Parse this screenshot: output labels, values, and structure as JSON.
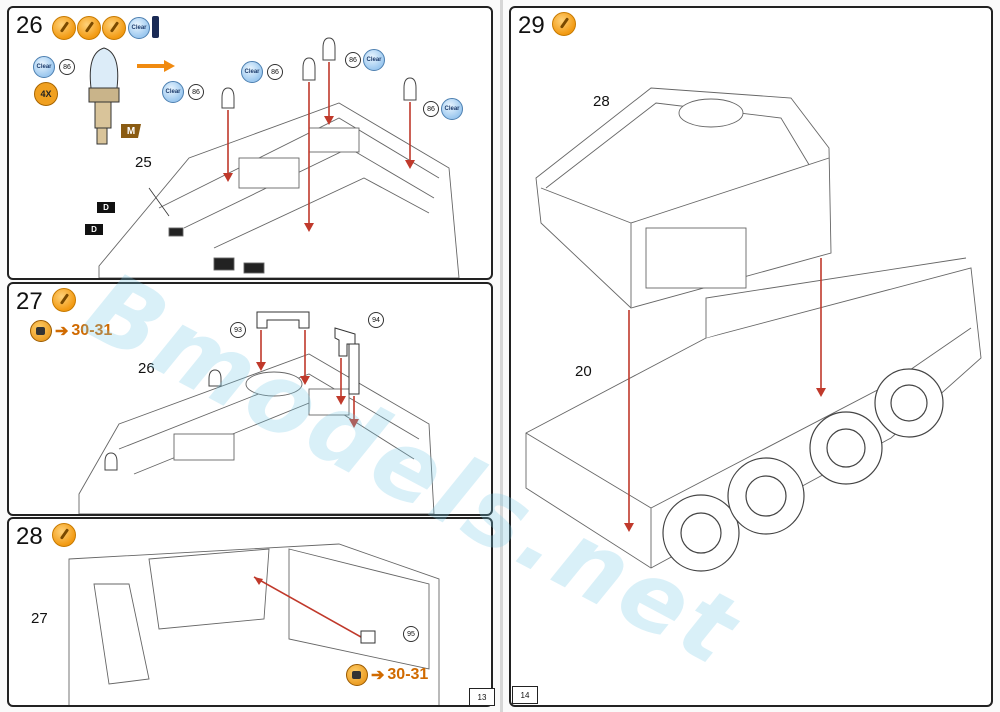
{
  "left_page": {
    "number": "13",
    "steps": [
      {
        "number": "26",
        "part_numbers": [
          "86",
          "86",
          "86",
          "86"
        ],
        "clear_label": "Clear",
        "quantity": "4X",
        "paint_code": "M",
        "decal": "D",
        "assembly_part": "25"
      },
      {
        "number": "27",
        "ref_pages": "30-31",
        "part_numbers": [
          "93",
          "94"
        ],
        "assembly_part": "26"
      },
      {
        "number": "28",
        "ref_pages": "30-31",
        "part_numbers": [
          "95"
        ],
        "assembly_part": "27"
      }
    ]
  },
  "right_page": {
    "number": "14",
    "steps": [
      {
        "number": "29",
        "assembly_parts": [
          "28",
          "20"
        ]
      }
    ]
  },
  "watermark": "Bmodels.net",
  "colors": {
    "arrow_red": "#c0392b",
    "accent_orange": "#f29a12",
    "clear_blue": "#9cc8ef"
  },
  "icons": [
    "glue-icon",
    "clear-paint-icon",
    "subassembly-icon",
    "arrow-icon"
  ]
}
